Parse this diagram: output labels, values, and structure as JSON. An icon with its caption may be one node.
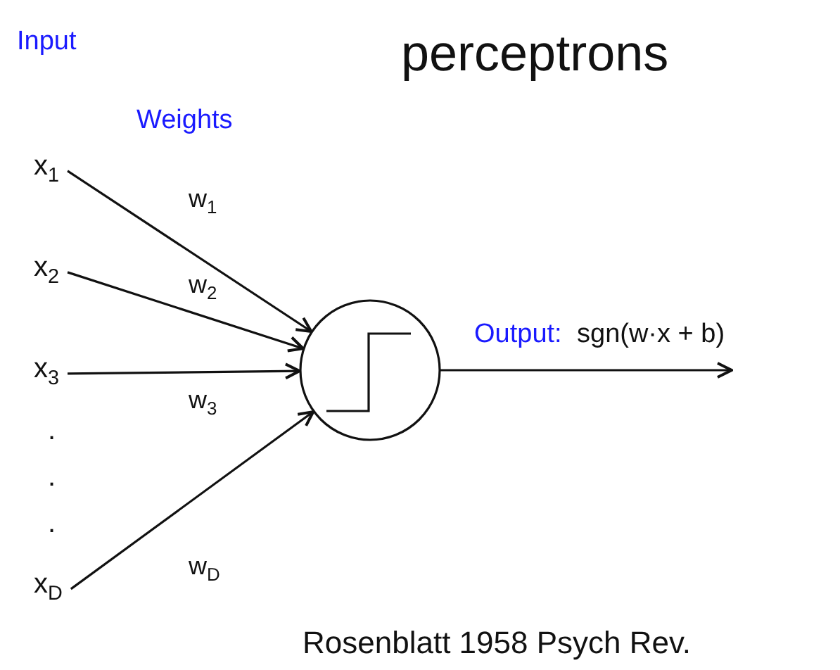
{
  "diagram": {
    "title": "perceptrons",
    "caption": "Rosenblatt 1958 Psych Rev.",
    "nodes": [
      {
        "text": [
          "x$_{1}$"
        ]
      },
      {
        "text": [
          "x$_{2}$"
        ]
      },
      {
        "text": [
          "x$_{3}$"
        ]
      },
      {
        "text": [
          "x$_{D}$"
        ]
      },
      {
        "text": [],
        "shape": "circle"
      }
    ],
    "edges": [
      {
        "from": 0,
        "to": 4,
        "arrow": "to",
        "label": "w$_{1}$"
      },
      {
        "from": 1,
        "to": 4,
        "arrow": "to",
        "label": "w$_{2}$"
      },
      {
        "from": 2,
        "to": 4,
        "arrow": "to",
        "label": "w$_{3}$"
      },
      {
        "from": 3,
        "to": 4,
        "arrow": "to",
        "label": "w$_{D}$"
      },
      {
        "from": 4,
        "to": null,
        "arrow": "to",
        "label": "sgn(w·x + b)"
      }
    ],
    "labels": [
      "Input",
      "Weights",
      "Output:",
      ".",
      ".",
      "."
    ]
  }
}
